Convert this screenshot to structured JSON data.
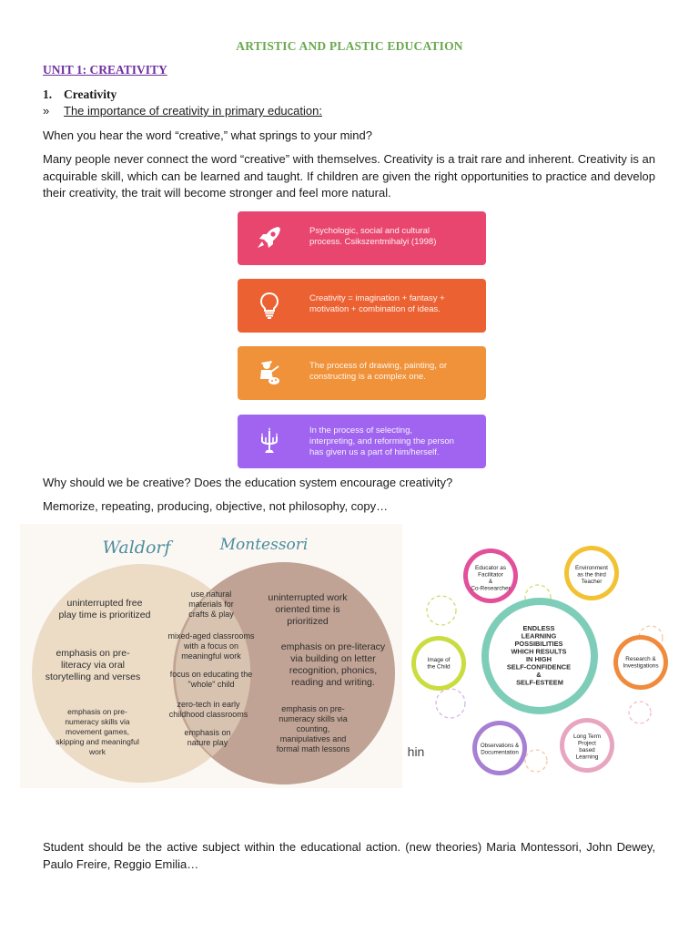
{
  "header": {
    "doc_title": "ARTISTIC AND PLASTIC EDUCATION",
    "unit_title": "UNIT 1: CREATIVITY"
  },
  "section": {
    "number": "1.",
    "title": "Creativity",
    "bullet": "»",
    "subtitle": "The importance of creativity in primary education:"
  },
  "paragraphs": {
    "p1": "When you hear the word “creative,” what springs to your mind?",
    "p2": "Many people never connect the word “creative” with themselves. Creativity is a trait rare and inherent. Creativity is an acquirable skill, which can be learned and taught. If children are given the right opportunities to practice and develop their creativity, the trait will become stronger and feel more natural.",
    "p3": "Why should we be creative? Does the education system encourage creativity?",
    "p4": "Memorize, repeating, producing, objective, not philosophy, copy…",
    "p5": "Student should be the active subject within the educational action. (new theories) Maria Montessori, John Dewey, Paulo Freire, Reggio Emilia…"
  },
  "cards": [
    {
      "icon": "rocket-icon",
      "color": "#e8466f",
      "lines": [
        "Psychologic, social and cultural",
        "process. Csikszentmihalyi (1998)"
      ]
    },
    {
      "icon": "lightbulb-icon",
      "color": "#ec6132",
      "lines": [
        "Creativity = imagination + fantasy +",
        "motivation + combination of ideas."
      ]
    },
    {
      "icon": "painter-icon",
      "color": "#ef923a",
      "lines": [
        "The process of drawing, painting, or",
        "constructing is a complex one."
      ]
    },
    {
      "icon": "candelabra-icon",
      "color": "#a064f0",
      "lines": [
        "In the process of selecting,",
        "interpreting, and reforming the person",
        "has given us a part of him/herself."
      ]
    }
  ],
  "venn": {
    "left_title": "Waldorf",
    "right_title": "Montessori",
    "left_color": "#ecdcc6",
    "right_color": "#c0a394",
    "left": {
      "a": [
        "uninterrupted free",
        "play time is prioritized"
      ],
      "b": [
        "emphasis on pre-",
        "literacy via oral",
        "storytelling and verses"
      ],
      "c": [
        "emphasis on pre-",
        "numeracy skills via",
        "movement games,",
        "skipping and meaningful",
        "work"
      ]
    },
    "center": {
      "a": [
        "use natural",
        "materials for",
        "crafts & play"
      ],
      "b": [
        "mixed-aged classrooms",
        "with a focus on",
        "meaningful work"
      ],
      "c": [
        "focus on educating the",
        "\"whole\" child"
      ],
      "d": [
        "zero-tech in early",
        "childhood classrooms"
      ],
      "e": [
        "emphasis on",
        "nature play"
      ]
    },
    "right": {
      "a": [
        "uninterrupted work",
        "oriented time is",
        "prioritized"
      ],
      "b": [
        "emphasis on pre-literacy",
        "via building on letter",
        "recognition, phonics,",
        "reading and writing."
      ],
      "c": [
        "emphasis on pre-",
        "numeracy skills via",
        "counting,",
        "manipulatives and",
        "formal math lessons"
      ]
    }
  },
  "gears": {
    "fragment": "hin",
    "center": [
      "ENDLESS",
      "LEARNING",
      "POSSIBILITIES",
      "WHICH RESULTS",
      "IN HIGH",
      "SELF-CONFIDENCE",
      "&",
      "SELF-ESTEEM"
    ],
    "nodes": [
      {
        "lines": [
          "Educator as",
          "Facilitator",
          "&",
          "Co-Researcher"
        ],
        "color": "#e2509a"
      },
      {
        "lines": [
          "Environment",
          "as the third",
          "Teacher"
        ],
        "color": "#f2c233"
      },
      {
        "lines": [
          "Research &",
          "Investigations"
        ],
        "color": "#f08a3c"
      },
      {
        "lines": [
          "Long Term",
          "Project",
          "based",
          "Learning"
        ],
        "color": "#e8a5c0"
      },
      {
        "lines": [
          "Observations &",
          "Documentation"
        ],
        "color": "#a77fd3"
      },
      {
        "lines": [
          "Image of",
          "the Child"
        ],
        "color": "#c9dd3f"
      }
    ]
  }
}
